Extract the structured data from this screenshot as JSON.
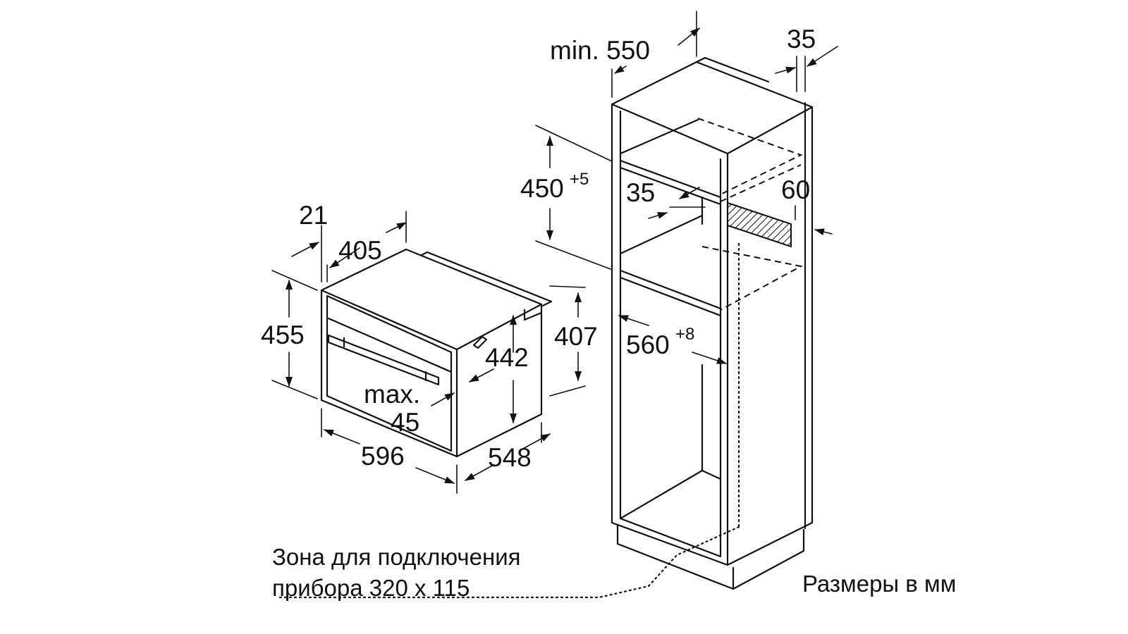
{
  "dimensions": {
    "min_550": "min. 550",
    "d35_top": "35",
    "d450": "450",
    "d450_tol": "+5",
    "d35_mid": "35",
    "d60": "60",
    "d560": "560",
    "d560_tol": "+8",
    "d21": "21",
    "d405": "405",
    "d455": "455",
    "d407": "407",
    "d442": "442",
    "max_label": "max.",
    "max_value": "45",
    "d596": "596",
    "d548": "548"
  },
  "notes": {
    "zone_line1": "Зона для подключения",
    "zone_line2": "прибора 320 x 115",
    "units": "Размеры в мм"
  }
}
